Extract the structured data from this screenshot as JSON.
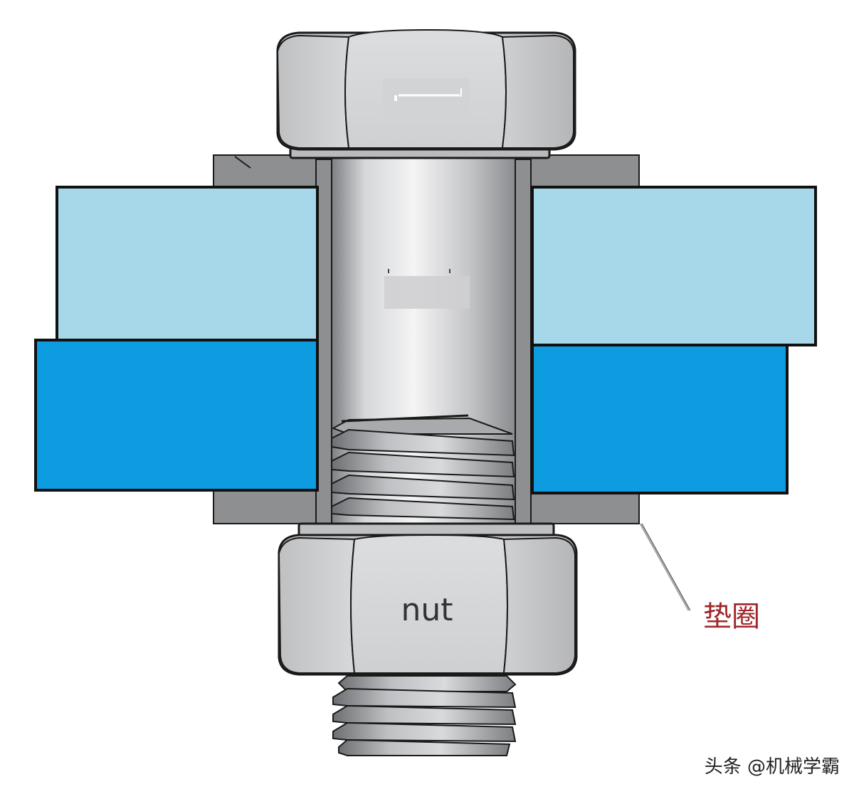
{
  "labels": {
    "nut": "nut",
    "washer": "垫圈",
    "watermark": "头条 @机械学霸"
  },
  "colors": {
    "upper_plate": "#a6d8ea",
    "lower_plate": "#0e9ce0",
    "washer": "#8d8e90",
    "bolt_metal": "#c9cacc",
    "outline": "#1a1a1a",
    "washer_label": "#a0262a"
  },
  "icons": {
    "bolt_head": "hex-head-icon",
    "nut": "hex-nut-icon"
  }
}
